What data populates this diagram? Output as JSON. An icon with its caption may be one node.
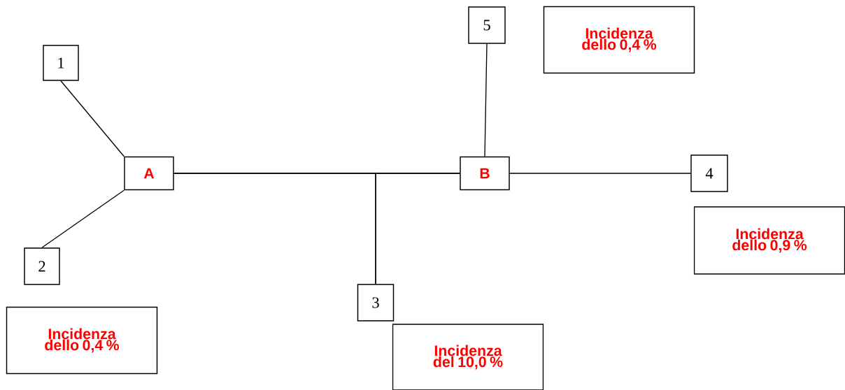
{
  "diagram": {
    "nodes": [
      {
        "text": [
          "5"
        ]
      },
      {
        "text": [
          "Incidenza dello 0,4 %"
        ]
      },
      {
        "text": [
          "1"
        ]
      },
      {
        "text": [
          "A"
        ]
      },
      {
        "text": [
          "B"
        ]
      },
      {
        "text": [
          "4"
        ]
      },
      {
        "text": [
          "Incidenza dello 0,9 %"
        ]
      },
      {
        "text": [
          "2"
        ]
      },
      {
        "text": [
          "3"
        ]
      },
      {
        "text": [
          "Incidenza dello 0,4 %"
        ]
      },
      {
        "text": [
          "Incidenza del 10,0 %"
        ]
      }
    ],
    "edges": [
      {
        "from": 2,
        "to": 3,
        "arrow": "none"
      },
      {
        "from": 7,
        "to": 3,
        "arrow": "none"
      },
      {
        "from": 3,
        "to": 4,
        "arrow": "none"
      },
      {
        "from": 3,
        "to": 8,
        "arrow": "none"
      },
      {
        "from": 4,
        "to": 8,
        "arrow": "none"
      },
      {
        "from": 0,
        "to": 4,
        "arrow": "none"
      },
      {
        "from": 4,
        "to": 5,
        "arrow": "none"
      }
    ]
  }
}
